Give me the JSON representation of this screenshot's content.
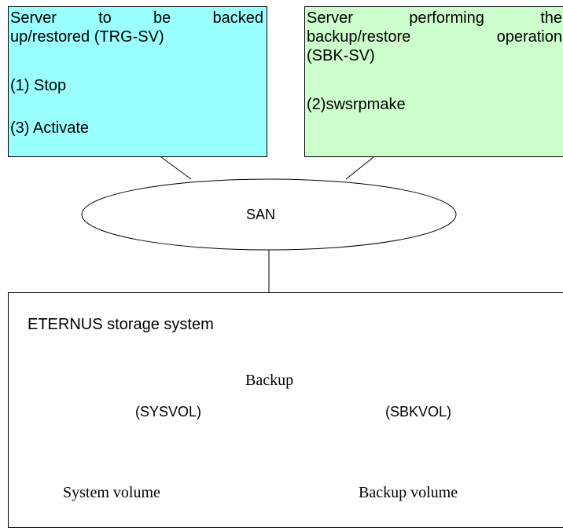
{
  "trg_server": {
    "title_line1": "Server to be backed",
    "title_line2": "up/restored (TRG-SV)",
    "step1": "(1) Stop",
    "step3": "(3) Activate"
  },
  "sbk_server": {
    "title_line1": "Server performing the",
    "title_line2": "backup/restore operation",
    "title_line3": "(SBK-SV)",
    "step2": "(2)swsrpmake"
  },
  "san": {
    "label": "SAN"
  },
  "storage": {
    "title": "ETERNUS storage system",
    "arrow_label": "Backup",
    "source": {
      "disk_label": "(SYSVOL)",
      "caption": "System volume",
      "color": "#6fa7a7"
    },
    "target": {
      "disk_label": "(SBKVOL)",
      "caption": "Backup volume",
      "color": "#8fbf8f"
    },
    "arrow_color": "#ffcc99"
  },
  "colors": {
    "trg_box": "#99ffff",
    "sbk_box": "#ccffcc"
  }
}
